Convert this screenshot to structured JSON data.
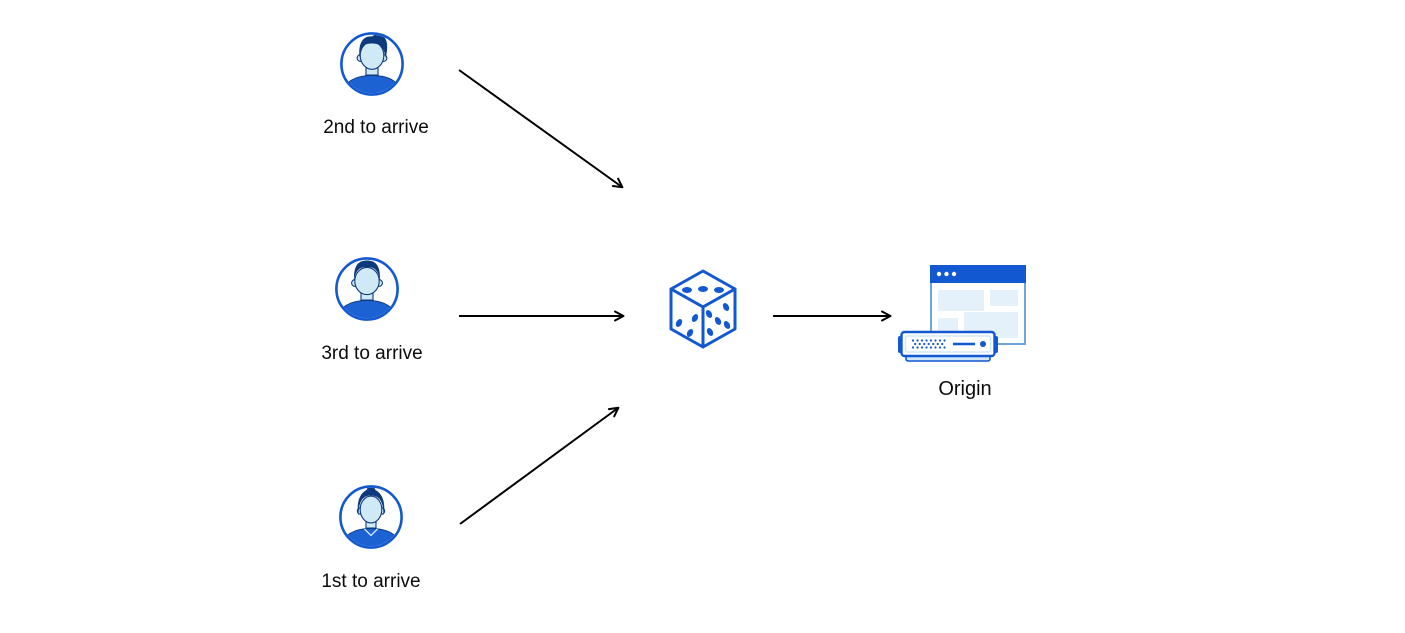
{
  "diagram": {
    "type": "flow-diagram",
    "colors": {
      "primary": "#1259d1",
      "navy": "#0d3a7d",
      "face": "#cfe9f7",
      "pane": "#e4f1fa",
      "shirt": "#1d62d3",
      "window_border": "#6fa3dc",
      "arrow": "#000000",
      "label_text": "#0b0b0c",
      "background": "#ffffff"
    },
    "nodes": {
      "user_top": {
        "label": "2nd to arrive",
        "icon": "male-avatar-quiff-icon"
      },
      "user_middle": {
        "label": "3rd to arrive",
        "icon": "male-avatar-icon"
      },
      "user_bottom": {
        "label": "1st to arrive",
        "icon": "female-avatar-icon"
      },
      "selector": {
        "icon": "dice-icon"
      },
      "origin": {
        "label": "Origin",
        "icon": "origin-server-icon"
      }
    },
    "edges": [
      {
        "from": "user_top",
        "to": "selector"
      },
      {
        "from": "user_middle",
        "to": "selector"
      },
      {
        "from": "user_bottom",
        "to": "selector"
      },
      {
        "from": "selector",
        "to": "origin"
      }
    ]
  }
}
